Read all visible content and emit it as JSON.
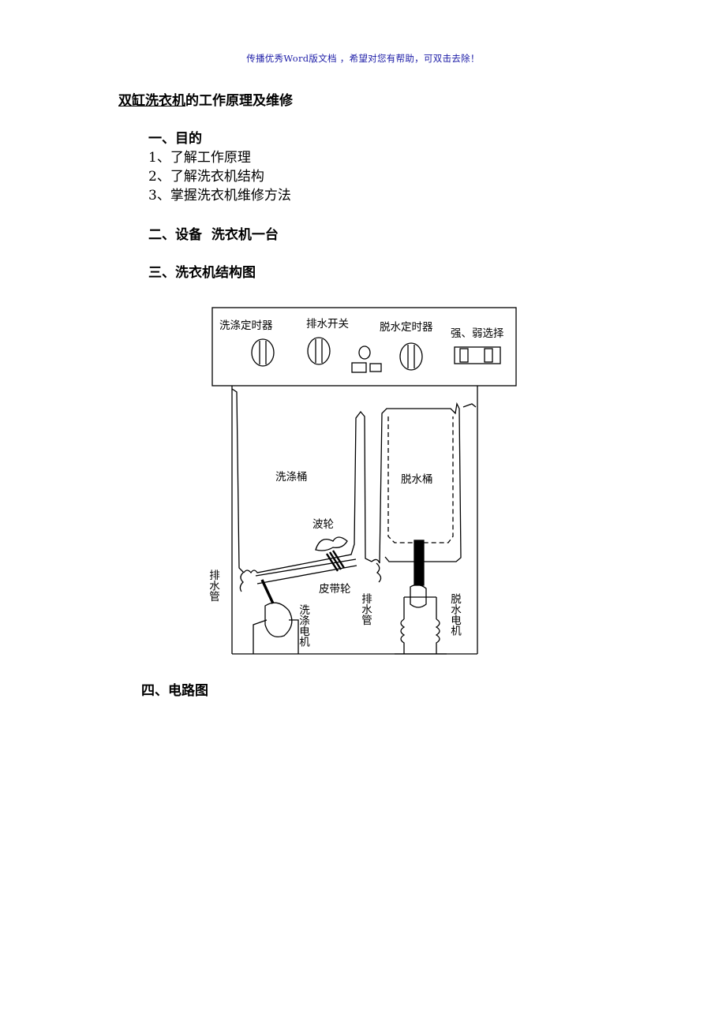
{
  "header": {
    "text": "传播优秀Word版文档 ，希望对您有帮助，可双击去除！"
  },
  "title": {
    "part1": "双缸洗衣机",
    "part2": "的工作原理及维修"
  },
  "sections": {
    "purpose": "一、目的",
    "purpose_items": [
      "1、了解工作原理",
      "2、了解洗衣机结构",
      "3、掌握洗衣机维修方法"
    ],
    "equipment": "二、设备  洗衣机一台",
    "structure": "三、洗衣机结构图",
    "circuit": "四、电路图"
  },
  "diagram": {
    "panel_labels": {
      "wash_timer": "洗涤定时器",
      "drain_switch": "排水开关",
      "spin_timer": "脱水定时器",
      "strength_selector": "强、弱选择"
    },
    "labels": {
      "wash_tub": "洗涤桶",
      "spin_tub": "脱水桶",
      "impeller": "波轮",
      "belt_pulley": "皮带轮",
      "drain_pipe_left": "排水管",
      "drain_pipe_mid": "排水管",
      "wash_motor": "洗涤电机",
      "spin_motor": "脱水电机"
    }
  }
}
